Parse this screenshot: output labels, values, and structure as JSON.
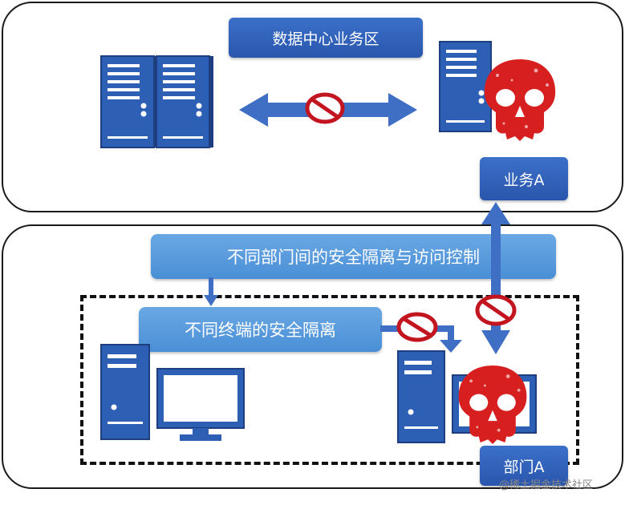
{
  "top_zone": {
    "title": "数据中心业务区"
  },
  "business_a": {
    "label": "业务A"
  },
  "policy": {
    "dept_isolation": "不同部门间的安全隔离与访问控制",
    "terminal_isolation": "不同终端的安全隔离"
  },
  "department_a": {
    "label": "部门A"
  },
  "watermark": "@稀土掘金技术社区",
  "colors": {
    "server": "#2d5fb5",
    "box_dark": "#2f62bd",
    "box_light": "#5b9bdf",
    "skull": "#d71f1f",
    "arrow": "#3f6fc4",
    "prohibit": "#c3151f"
  }
}
